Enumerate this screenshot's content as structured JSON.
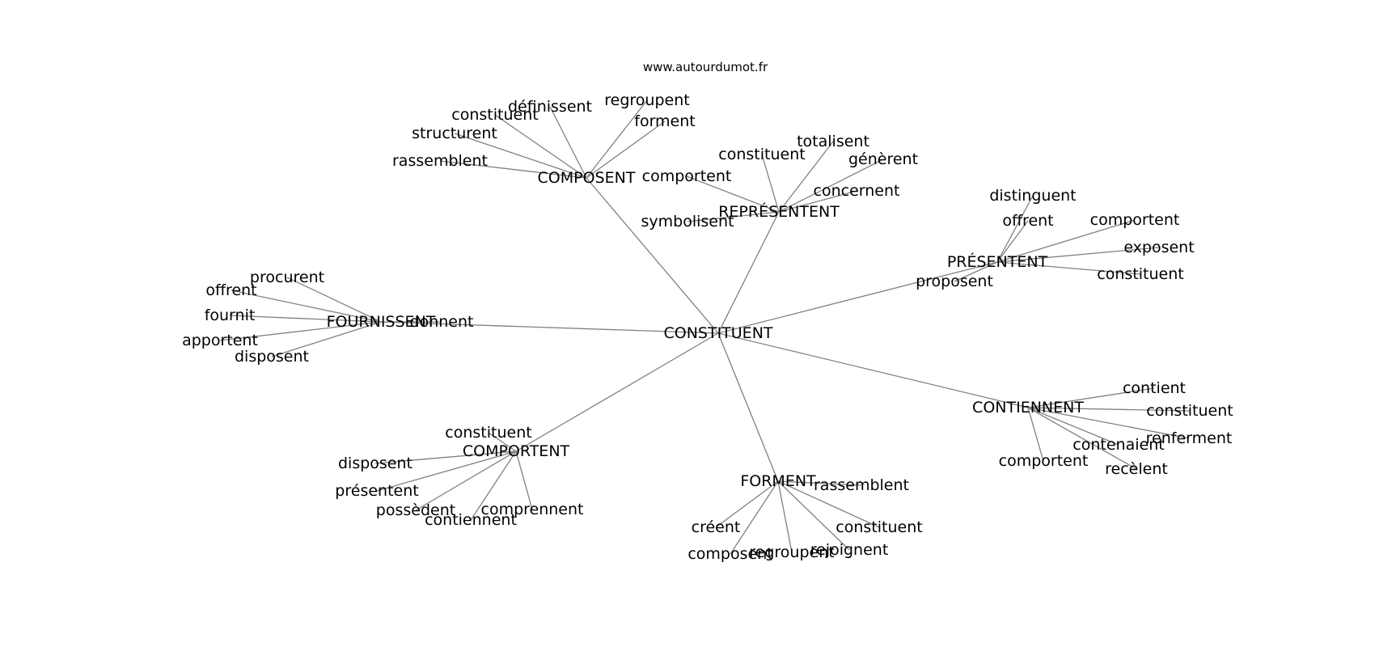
{
  "site": "www.autourdumot.fr",
  "center": "CONSTITUENT",
  "groups": [
    {
      "label": "COMPOSENT",
      "words": [
        "définissent",
        "regroupent",
        "constituent",
        "forment",
        "structurent",
        "rassemblent"
      ]
    },
    {
      "label": "REPRÉSENTENT",
      "words": [
        "totalisent",
        "constituent",
        "génèrent",
        "comportent",
        "concernent",
        "symbolisent"
      ]
    },
    {
      "label": "PRÉSENTENT",
      "words": [
        "distinguent",
        "offrent",
        "comportent",
        "exposent",
        "constituent",
        "proposent"
      ]
    },
    {
      "label": "FOURNISSENT",
      "words": [
        "procurent",
        "offrent",
        "fournit",
        "donnent",
        "apportent",
        "disposent"
      ]
    },
    {
      "label": "CONTIENNENT",
      "words": [
        "contient",
        "constituent",
        "renferment",
        "contenaient",
        "comportent",
        "recèlent"
      ]
    },
    {
      "label": "COMPORTENT",
      "words": [
        "constituent",
        "disposent",
        "présentent",
        "possèdent",
        "comprennent",
        "contiennent"
      ]
    },
    {
      "label": "FORMENT",
      "words": [
        "rassemblent",
        "créent",
        "constituent",
        "composent",
        "regroupent",
        "rejoignent"
      ]
    }
  ]
}
